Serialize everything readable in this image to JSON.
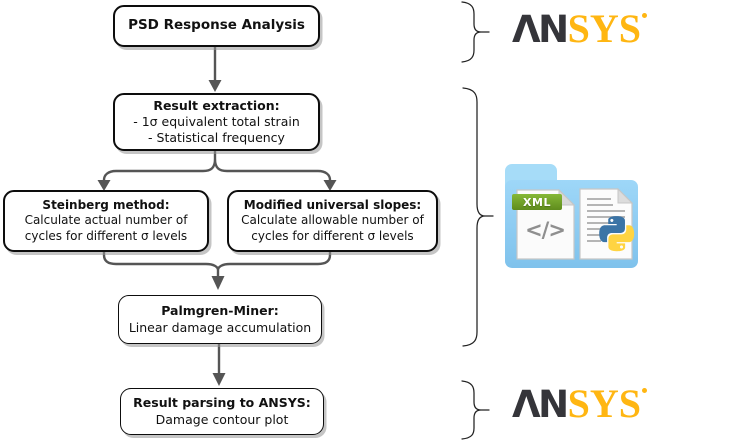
{
  "diagram": {
    "boxes": [
      {
        "title": "PSD Response Analysis",
        "lines": []
      },
      {
        "title": "Result extraction:",
        "lines": [
          "- 1σ equivalent total strain",
          "- Statistical frequency"
        ]
      },
      {
        "title": "Steinberg method:",
        "lines": [
          "Calculate actual number of",
          "cycles for different σ levels"
        ]
      },
      {
        "title": "Modified universal slopes:",
        "lines": [
          "Calculate allowable number of",
          "cycles for different σ levels"
        ]
      },
      {
        "title": "Palmgren-Miner:",
        "lines": [
          "Linear damage accumulation"
        ]
      },
      {
        "title": "Result parsing to ANSYS:",
        "lines": [
          "Damage contour plot"
        ]
      }
    ]
  },
  "ansys_logo": {
    "dark": "ΛN",
    "gold": "SYS"
  },
  "folder_icons": {
    "xml_banner": "XML",
    "xml_code_glyph": "</>",
    "icon_names": [
      "blue-folder-icon",
      "xml-file-icon",
      "python-file-icon"
    ]
  },
  "colors": {
    "arrow_gray": "#555555",
    "box_border": "#0d0d0d",
    "ansys_dark": "#35353A",
    "ansys_gold": "#FFB612",
    "folder_blue": "#85C8F0",
    "xml_green": "#6F9E24",
    "python_blue": "#3B74A6",
    "python_yellow": "#FFD442"
  }
}
